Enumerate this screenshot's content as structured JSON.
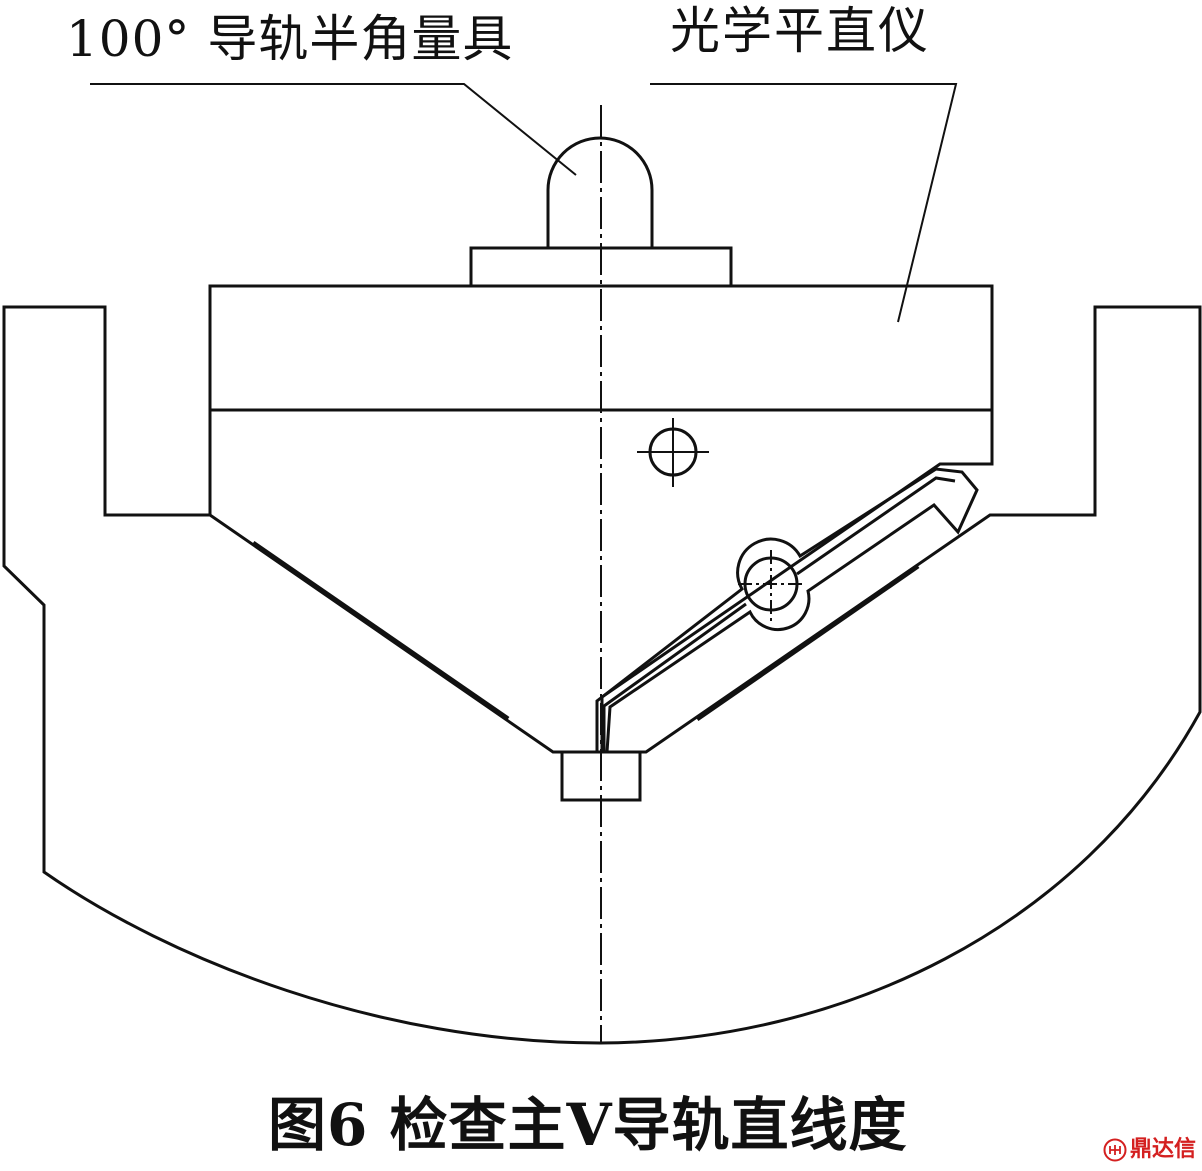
{
  "labels": {
    "gauge": "100° 导轨半角量具",
    "autocollimator": "光学平直仪"
  },
  "caption": "图6  检查主V导轨直线度",
  "watermark": {
    "text": "鼎达信",
    "color": "#d42020"
  },
  "colors": {
    "line": "#111111",
    "background": "#ffffff"
  }
}
